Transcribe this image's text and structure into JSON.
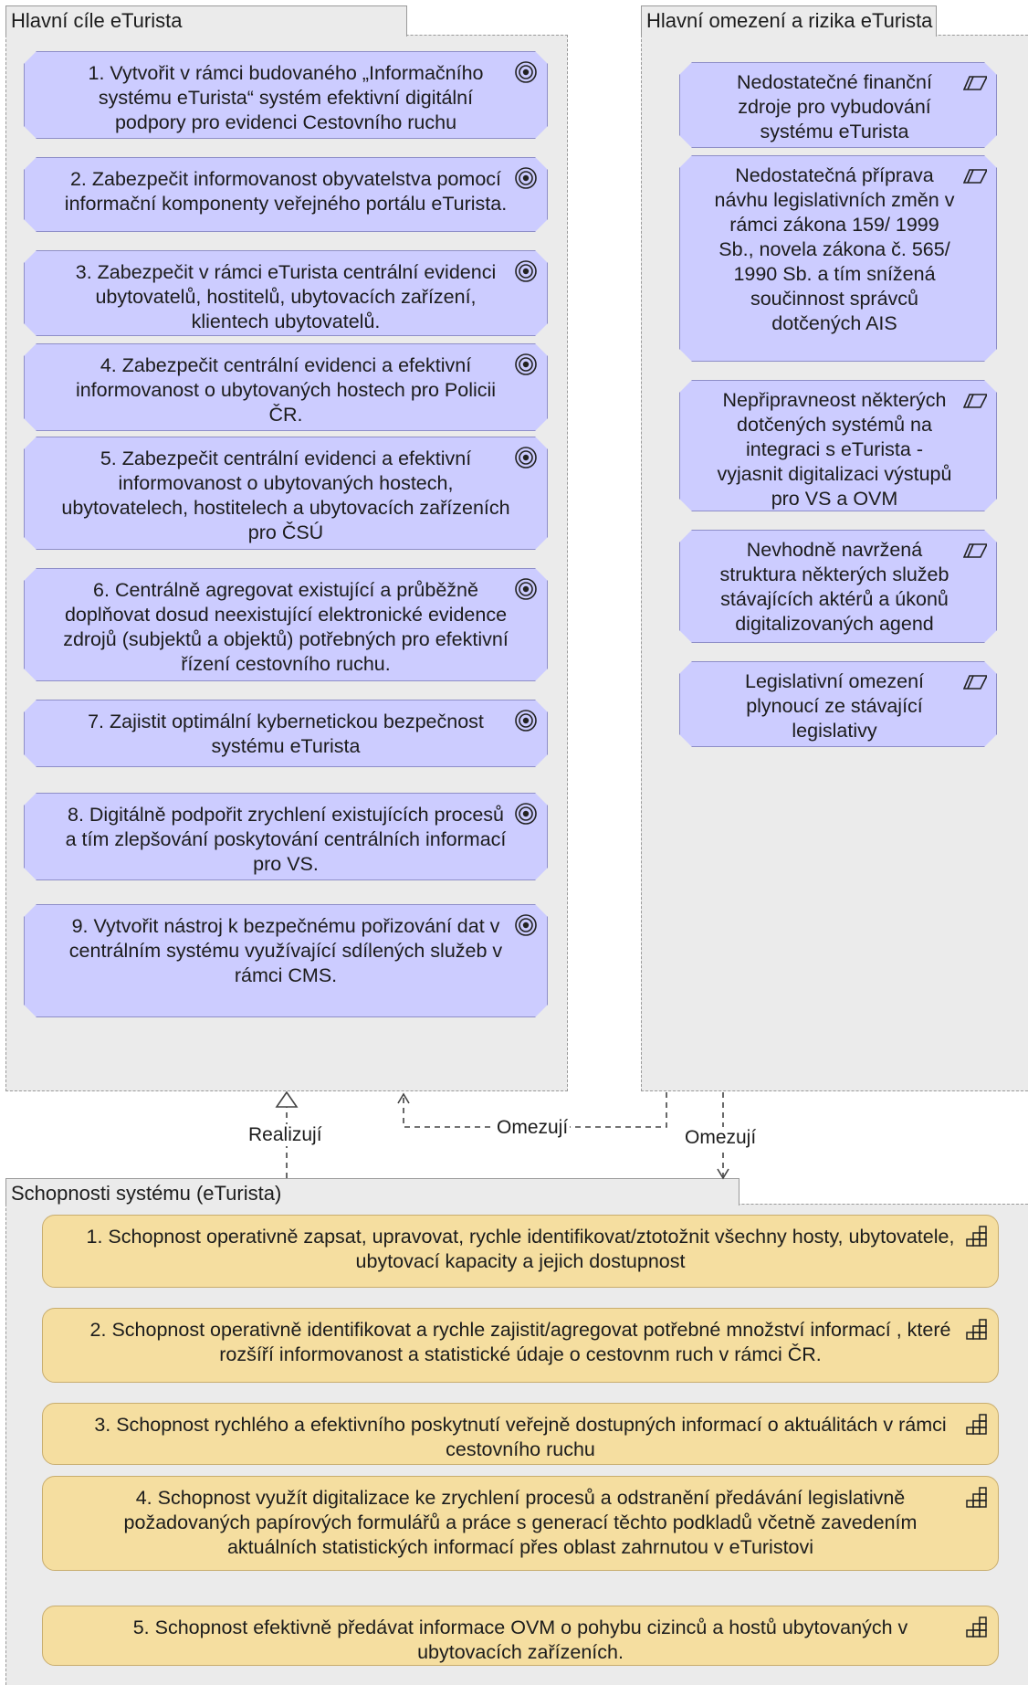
{
  "goals_group": {
    "title": "Hlavní cíle eTurista",
    "items": [
      {
        "text": "1. Vytvořit v rámci budovaného „Informačního systému eTurista“ systém efektivní digitální podpory pro evidenci Cestovního ruchu",
        "icon": "goal-target-icon"
      },
      {
        "text": "2. Zabezpečit informovanost obyvatelstva pomocí informační komponenty veřejného portálu eTurista.",
        "icon": "goal-target-icon"
      },
      {
        "text": "3. Zabezpečit v rámci eTurista centrální evidenci ubytovatelů, hostitelů, ubytovacích zařízení, klientech ubytovatelů.",
        "icon": "goal-target-icon"
      },
      {
        "text": "4. Zabezpečit centrální evidenci a efektivní informovanost o ubytovaných hostech pro Policii ČR.",
        "icon": "goal-target-icon"
      },
      {
        "text": "5. Zabezpečit centrální evidenci a efektivní informovanost o ubytovaných hostech, ubytovatelech, hostitelech a ubytovacích zařízeních pro ČSÚ",
        "icon": "goal-target-icon"
      },
      {
        "text": "6. Centrálně agregovat existující a průběžně doplňovat dosud neexistující elektronické evidence zdrojů (subjektů a objektů) potřebných pro efektivní řízení cestovního ruchu.",
        "icon": "goal-target-icon"
      },
      {
        "text": "7. Zajistit optimální kybernetickou bezpečnost systému eTurista",
        "icon": "goal-target-icon"
      },
      {
        "text": "8. Digitálně podpořit zrychlení existujících procesů a tím zlepšování poskytování centrálních informací pro VS.",
        "icon": "goal-target-icon"
      },
      {
        "text": "9. Vytvořit nástroj k bezpečnému pořizování dat v centrálním systému využívající sdílených služeb v rámci CMS.",
        "icon": "goal-target-icon"
      }
    ]
  },
  "risks_group": {
    "title": "Hlavní omezení a rizika eTurista",
    "items": [
      {
        "text": "Nedostatečné finanční zdroje pro vybudování systému eTurista",
        "icon": "constraint-parallelogram-icon"
      },
      {
        "text": "Nedostatečná příprava návhu legislativních změn v rámci zákona 159/ 1999 Sb., novela zákona č. 565/ 1990 Sb. a tím snížená součinnost správců dotčených AIS",
        "icon": "constraint-parallelogram-icon"
      },
      {
        "text": "Nepřipravneost některých dotčených systémů na integraci s eTurista - vyjasnit digitalizaci výstupů pro VS a OVM",
        "icon": "constraint-parallelogram-icon"
      },
      {
        "text": "Nevhodně navržená struktura některých služeb stávajících aktérů a úkonů digitalizovaných agend",
        "icon": "constraint-parallelogram-icon"
      },
      {
        "text": "Legislativní omezení plynoucí ze stávající legislativy",
        "icon": "constraint-parallelogram-icon"
      }
    ]
  },
  "capabilities_group": {
    "title": "Schopnosti systému (eTurista)",
    "items": [
      {
        "text": "1. Schopnost operativně zapsat, upravovat, rychle identifikovat/ztotožnit všechny hosty, ubytovatele, ubytovací kapacity a jejich dostupnost",
        "icon": "capability-steps-icon"
      },
      {
        "text": "2. Schopnost operativně identifikovat a rychle zajistit/agregovat potřebné množství informací , které rozšíří informovanost a statistické údaje o cestovnm ruch v rámci ČR.",
        "icon": "capability-steps-icon"
      },
      {
        "text": "3. Schopnost rychlého a efektivního poskytnutí veřejně dostupných informací o aktuálitách v rámci cestovního ruchu",
        "icon": "capability-steps-icon"
      },
      {
        "text": "4. Schopnost využít digitalizace ke zrychlení procesů a odstranění předávání legislativně požadovaných papírových formulářů a práce s generací těchto podkladů včetně zavedením aktuálních statistických informací přes oblast zahrnutou v eTuristovi",
        "icon": "capability-steps-icon"
      },
      {
        "text": "5. Schopnost efektivně předávat informace OVM o pohybu cizinců a hostů ubytovaných v ubytovacích zařízeních.",
        "icon": "capability-steps-icon"
      }
    ]
  },
  "relations": {
    "realize_label": "Realizují",
    "constrain_label_1": "Omezují",
    "constrain_label_2": "Omezují"
  },
  "colors": {
    "goal_fill": "#ccccff",
    "capability_fill": "#f5dea0",
    "group_fill": "#ebebeb"
  }
}
